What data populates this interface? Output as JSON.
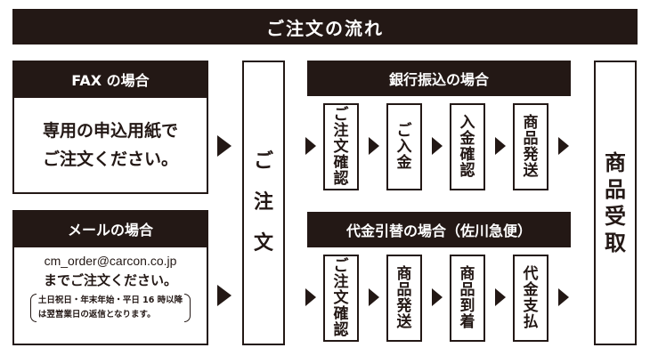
{
  "title": "ご注文の流れ",
  "fax": {
    "header": "FAX の場合",
    "lines": [
      "専用の申込用紙で",
      "ご注文ください。"
    ]
  },
  "mail": {
    "header": "メールの場合",
    "email": "cm_order@carcon.co.jp",
    "line": "までご注文ください。",
    "note": [
      "土日祝日・年末年始・平日 16 時以降",
      "は翌営業日の返信となります。"
    ]
  },
  "order": {
    "label": [
      "ご",
      "注",
      "文"
    ]
  },
  "bank": {
    "header": "銀行振込の場合",
    "steps": [
      [
        "ご",
        "注",
        "文",
        "確",
        "認"
      ],
      [
        "ご",
        "入",
        "金"
      ],
      [
        "入",
        "金",
        "確",
        "認"
      ],
      [
        "商",
        "品",
        "発",
        "送"
      ]
    ]
  },
  "cod": {
    "header": "代金引替の場合（佐川急便）",
    "steps": [
      [
        "ご",
        "注",
        "文",
        "確",
        "認"
      ],
      [
        "商",
        "品",
        "発",
        "送"
      ],
      [
        "商",
        "品",
        "到",
        "着"
      ],
      [
        "代",
        "金",
        "支",
        "払"
      ]
    ]
  },
  "receive": {
    "label": [
      "商",
      "品",
      "受",
      "取"
    ]
  },
  "colors": {
    "ink": "#231815",
    "background": "#ffffff"
  }
}
